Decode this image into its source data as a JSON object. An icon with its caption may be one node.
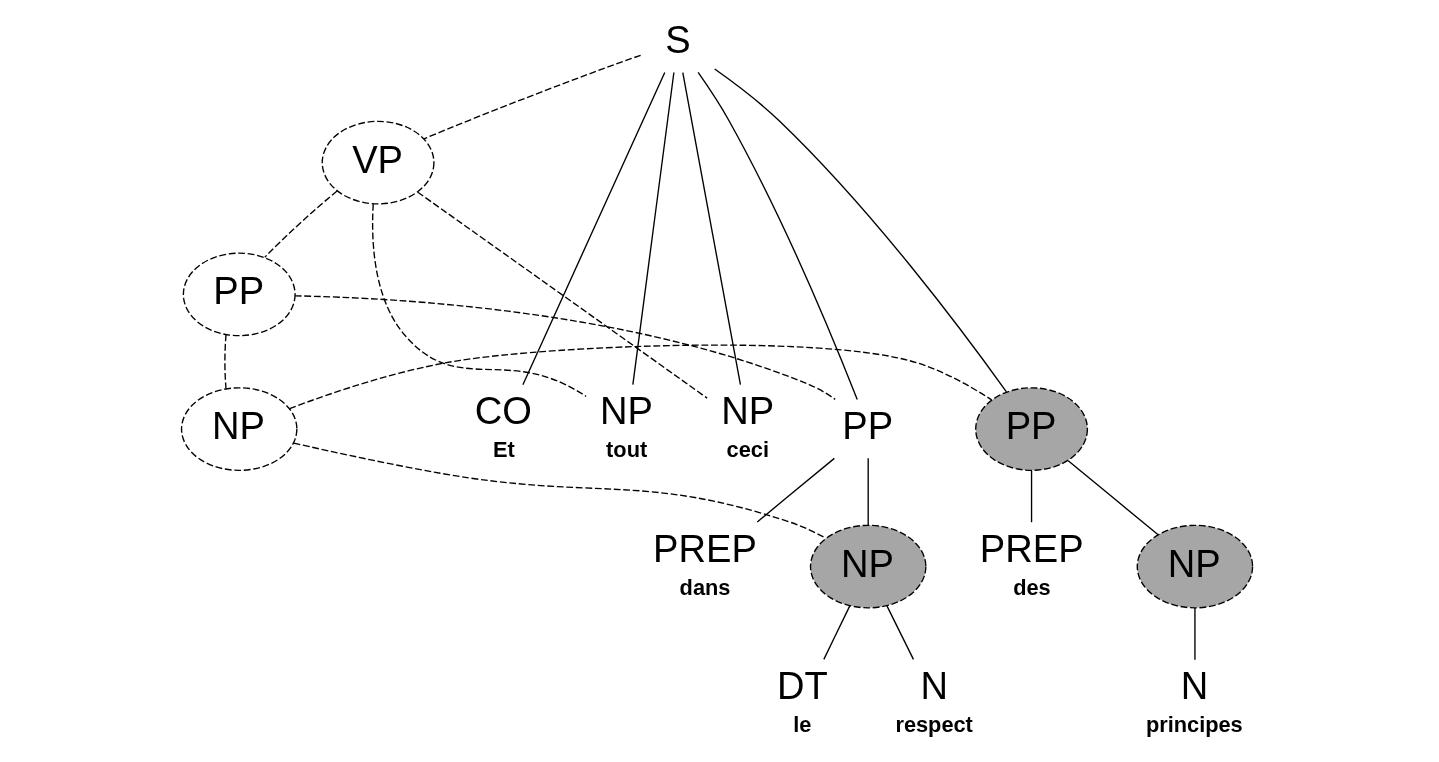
{
  "diagram": {
    "nodes": [
      {
        "text": [
          "S"
        ]
      },
      {
        "text": [
          "VP"
        ]
      },
      {
        "text": [
          "PP"
        ]
      },
      {
        "text": [
          "CO"
        ],
        "beside": [
          "Et"
        ]
      },
      {
        "text": [
          "NP"
        ],
        "beside": [
          "tout"
        ]
      },
      {
        "text": [
          "NP"
        ],
        "beside": [
          "ceci"
        ]
      },
      {
        "text": [
          "PP"
        ]
      },
      {
        "text": [
          "NP"
        ]
      },
      {
        "text": [
          "PP"
        ]
      },
      {
        "text": [
          "PREP"
        ],
        "beside": [
          "dans"
        ]
      },
      {
        "text": [
          "NP"
        ]
      },
      {
        "text": [
          "PREP"
        ],
        "beside": [
          "des"
        ]
      },
      {
        "text": [
          "NP"
        ]
      },
      {
        "text": [
          "DT"
        ],
        "beside": [
          "le"
        ]
      },
      {
        "text": [
          "N"
        ],
        "beside": [
          "respect"
        ]
      },
      {
        "text": [
          "N"
        ],
        "beside": [
          "principes"
        ]
      }
    ],
    "edges": [
      {
        "from": 0,
        "to": 3,
        "arrow": "none"
      },
      {
        "from": 0,
        "to": 4,
        "arrow": "none"
      },
      {
        "from": 0,
        "to": 5,
        "arrow": "none"
      },
      {
        "from": 0,
        "to": 6,
        "arrow": "none"
      },
      {
        "from": 0,
        "to": 8,
        "arrow": "none"
      },
      {
        "from": 0,
        "to": 1,
        "arrow": "none",
        "style": "dashed"
      },
      {
        "from": 1,
        "to": 4,
        "arrow": "none",
        "style": "dashed"
      },
      {
        "from": 1,
        "to": 5,
        "arrow": "none",
        "style": "dashed"
      },
      {
        "from": 1,
        "to": 2,
        "arrow": "none",
        "style": "dashed"
      },
      {
        "from": 2,
        "to": 6,
        "arrow": "none",
        "style": "dashed"
      },
      {
        "from": 2,
        "to": 7,
        "arrow": "none",
        "style": "dashed"
      },
      {
        "from": 7,
        "to": 10,
        "arrow": "none",
        "style": "dashed"
      },
      {
        "from": 7,
        "to": 8,
        "arrow": "none",
        "style": "dashed"
      },
      {
        "from": 6,
        "to": 9,
        "arrow": "none"
      },
      {
        "from": 6,
        "to": 10,
        "arrow": "none"
      },
      {
        "from": 8,
        "to": 11,
        "arrow": "none"
      },
      {
        "from": 8,
        "to": 12,
        "arrow": "none"
      },
      {
        "from": 10,
        "to": 13,
        "arrow": "none"
      },
      {
        "from": 10,
        "to": 14,
        "arrow": "none"
      },
      {
        "from": 12,
        "to": 15,
        "arrow": "none"
      }
    ]
  }
}
